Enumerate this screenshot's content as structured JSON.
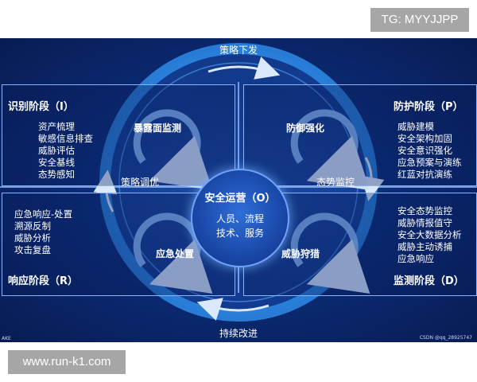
{
  "badge_tg": "TG: MYYJJPP",
  "badge_site": "www.run-k1.com",
  "center": {
    "title": "安全运营（O）",
    "line1": "人员、流程",
    "line2": "技术、服务"
  },
  "ring": {
    "top": "策略下发",
    "bottom": "持续改进",
    "left": "策略调优",
    "right": "态势监控"
  },
  "cycles": {
    "tl": "暴露面监测",
    "tr": "防御强化",
    "bl": "应急处置",
    "br": "威胁狩猎"
  },
  "panels": {
    "identify": {
      "title": "识别阶段（I）",
      "items": [
        "资产梳理",
        "敏感信息排查",
        "威胁评估",
        "安全基线",
        "态势感知"
      ]
    },
    "protect": {
      "title": "防护阶段（P）",
      "items": [
        "威胁建模",
        "安全架构加固",
        "安全意识强化",
        "应急预案与演练",
        "红蓝对抗演练"
      ]
    },
    "respond": {
      "title": "响应阶段（R）",
      "items": [
        "应急响应-处置",
        "溯源反制",
        "威胁分析",
        "攻击复盘"
      ]
    },
    "detect": {
      "title": "监测阶段（D）",
      "items": [
        "安全态势监控",
        "威胁情报值守",
        "安全大数据分析",
        "威胁主动诱捕",
        "应急响应"
      ]
    }
  },
  "credit": "CSDN @qq_28925747",
  "corner": "AKE",
  "colors": {
    "background": "#0c2c78",
    "ring": "#2e8be8",
    "arrow": "#9fc8ff"
  }
}
